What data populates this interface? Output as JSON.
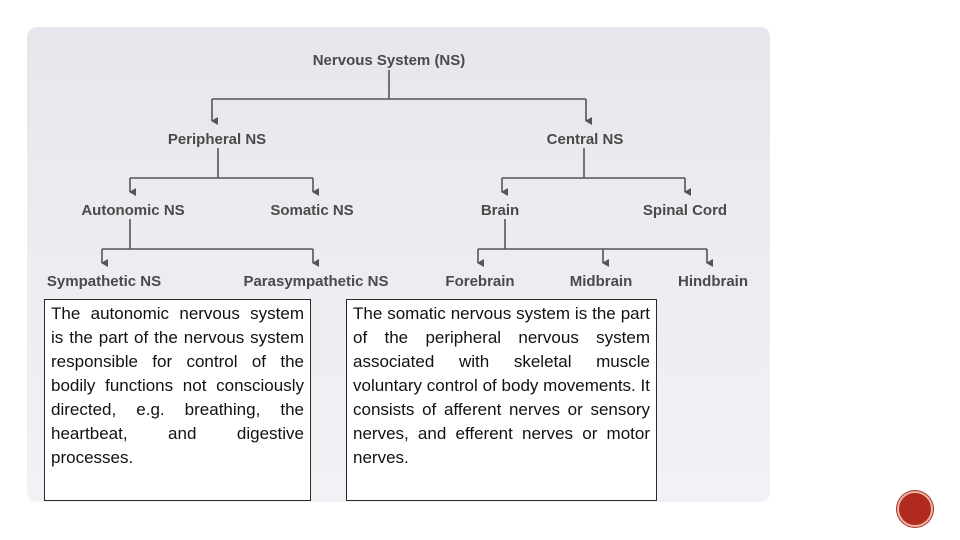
{
  "diagram": {
    "root": "Nervous System (NS)",
    "peripheral": "Peripheral NS",
    "central": "Central NS",
    "autonomic": "Autonomic NS",
    "somatic": "Somatic NS",
    "brain": "Brain",
    "spinal_cord": "Spinal Cord",
    "sympathetic": "Sympathetic NS",
    "parasympathetic": "Parasympathetic NS",
    "forebrain": "Forebrain",
    "midbrain": "Midbrain",
    "hindbrain": "Hindbrain"
  },
  "notes": {
    "autonomic_text": "The autonomic nervous system is the part of the nervous system responsible for control of the bodily functions not consciously directed, e.g. breathing, the heartbeat, and digestive processes.",
    "somatic_text": "The somatic nervous system is the part of the peripheral nervous system associated with skeletal muscle voluntary control of body movements. It consists of afferent nerves or sensory nerves, and efferent nerves or motor nerves."
  },
  "colors": {
    "panel": "#e9e9ef",
    "text": "#4a4a4a",
    "lines": "#555555",
    "badge": "#b02a1e"
  },
  "icons": [
    "down-arrow-icon",
    "slide-badge-icon"
  ]
}
